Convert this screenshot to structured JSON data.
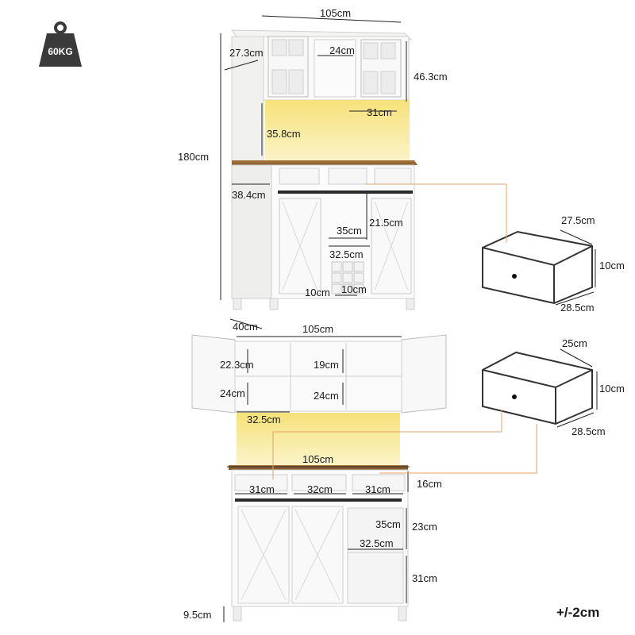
{
  "weight_badge": {
    "text": "60KG",
    "icon": "weight-icon"
  },
  "tolerance": "+/-2cm",
  "top_view": {
    "width": "105cm",
    "hutch_depth": "27.3cm",
    "hutch_center_width": "24cm",
    "hutch_height": "46.3cm",
    "total_height": "180cm",
    "light_shelf_width": "31cm",
    "light_area_height": "35.8cm",
    "base_depth": "38.4cm",
    "wine_section_height": "21.5cm",
    "wine_section_width": "35cm",
    "wine_inner_width": "32.5cm",
    "wine_cell_width": "10cm",
    "wine_cell_height": "10cm",
    "foot_depth": "40cm"
  },
  "drawer_large": {
    "depth": "27.5cm",
    "height": "10cm",
    "width": "28.5cm"
  },
  "drawer_small": {
    "depth": "25cm",
    "height": "10cm",
    "width": "28.5cm"
  },
  "front_view": {
    "hutch_width": "105cm",
    "upper_left_height": "22.3cm",
    "upper_center_height": "19cm",
    "lower_left_height": "24cm",
    "lower_center_height": "24cm",
    "light_shelf_width": "32.5cm",
    "countertop_width": "105cm",
    "drawer_height": "16cm",
    "drawer_left_width": "31cm",
    "drawer_center_width": "32cm",
    "drawer_right_width": "31cm",
    "open_shelf_depth": "35cm",
    "open_shelf_height": "23cm",
    "open_shelf_width": "32.5cm",
    "bottom_shelf_height": "31cm",
    "foot_height": "9.5cm"
  }
}
